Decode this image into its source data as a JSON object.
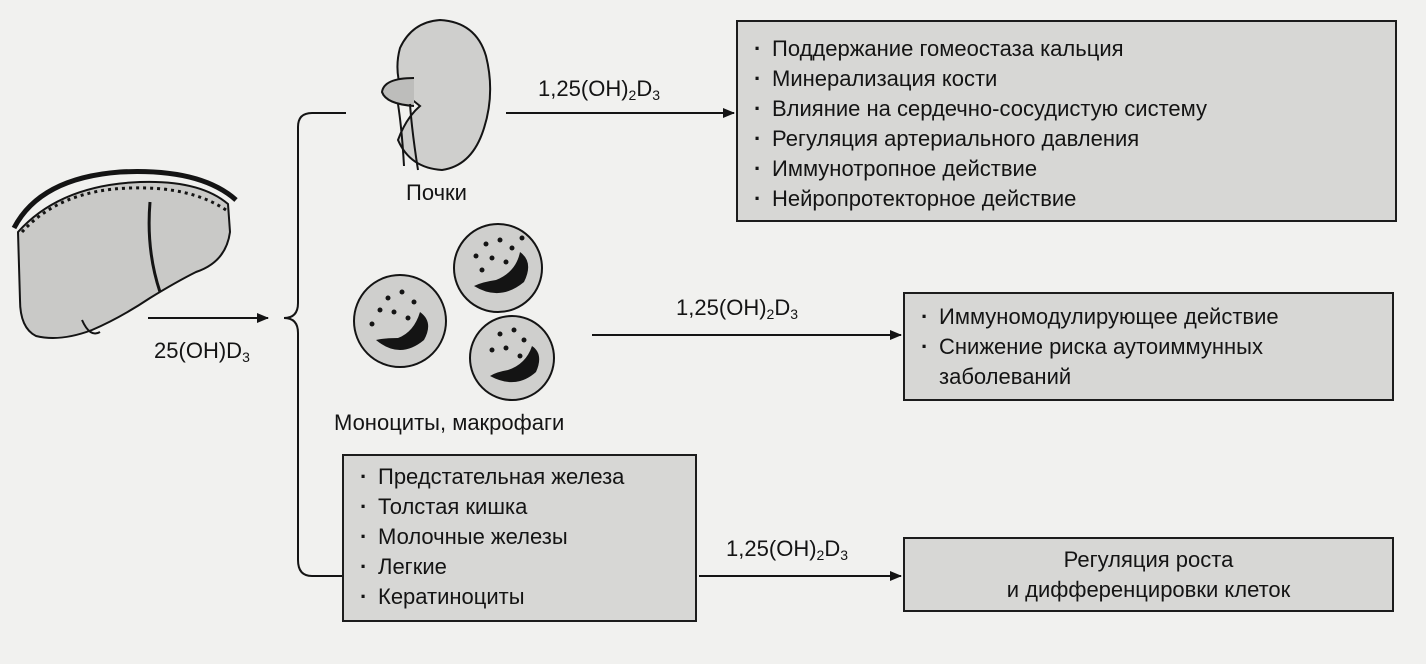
{
  "liver_metabolite": "25(OH)D₃",
  "kidney": {
    "label": "Почки",
    "arrow_label": "1,25(OH)₂D₃",
    "effects": [
      "Поддержание гомеостаза кальция",
      "Минерализация кости",
      "Влияние на сердечно-сосудистую систему",
      "Регуляция артериального давления",
      "Иммунотропное действие",
      "Нейропротекторное действие"
    ]
  },
  "immune": {
    "label": "Моноциты, макрофаги",
    "arrow_label": "1,25(OH)₂D₃",
    "effects": [
      "Иммуномодулирующее действие",
      "Снижение риска аутоиммунных заболеваний"
    ]
  },
  "tissues": {
    "items": [
      "Предстательная железа",
      "Толстая кишка",
      "Молочные железы",
      "Легкие",
      "Кератиноциты"
    ],
    "arrow_label": "1,25(OH)₂D₃",
    "effect_line1": "Регуляция роста",
    "effect_line2": "и дифференцировки клеток"
  }
}
